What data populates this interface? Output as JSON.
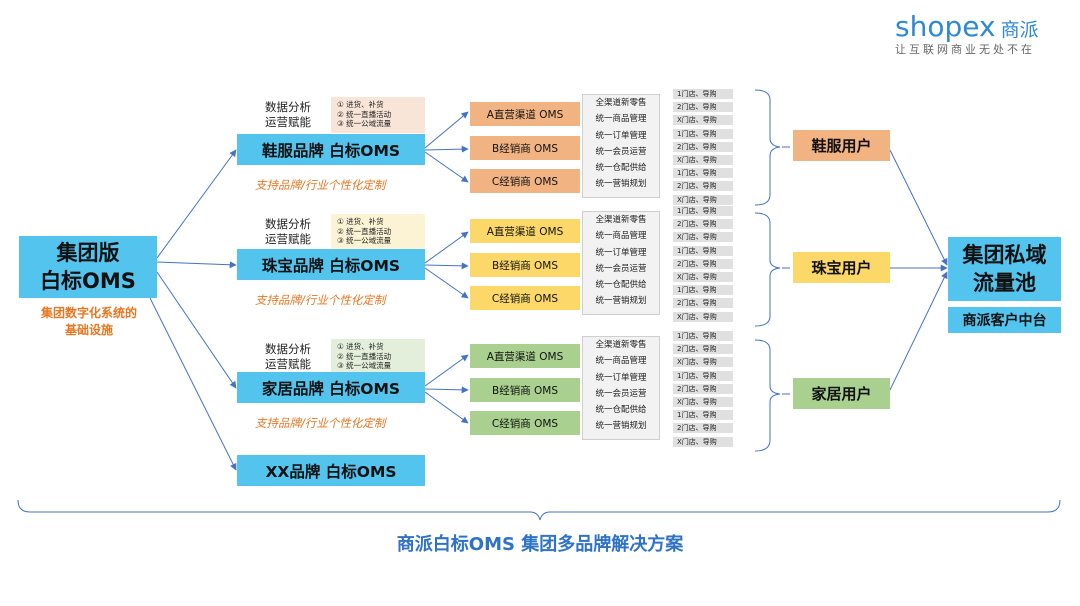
{
  "logo": {
    "brand": "shopex",
    "cn": "商派",
    "slogan": "让互联网商业无处不在"
  },
  "group": {
    "title": "集团版\n白标OMS",
    "subtitle": "集团数字化系统的\n基础设施"
  },
  "brands": [
    {
      "name": "鞋服品牌 白标OMS",
      "left_label": "数据分析\n运营赋能",
      "items": [
        "①  进货、补货",
        "②  统一直播活动",
        "③  统一公域流量"
      ],
      "panel_color": "#f8e5d8",
      "customize": "支持品牌/行业个性化定制",
      "channels": [
        "A直营渠道 OMS",
        "B经销商 OMS",
        "C经销商 OMS"
      ],
      "channel_color": "#f2b382",
      "user": "鞋服用户",
      "user_color": "#f2b382"
    },
    {
      "name": "珠宝品牌 白标OMS",
      "left_label": "数据分析\n运营赋能",
      "items": [
        "①  进货、补货",
        "②  统一直播活动",
        "③  统一公域流量"
      ],
      "panel_color": "#fcf2d4",
      "customize": "支持品牌/行业个性化定制",
      "channels": [
        "A直营渠道 OMS",
        "B经销商 OMS",
        "C经销商 OMS"
      ],
      "channel_color": "#fbd867",
      "user": "珠宝用户",
      "user_color": "#fbd867"
    },
    {
      "name": "家居品牌 白标OMS",
      "left_label": "数据分析\n运营赋能",
      "items": [
        "①  进货、补货",
        "②  统一直播活动",
        "③  统一公域流量"
      ],
      "panel_color": "#e3efda",
      "customize": "支持品牌/行业个性化定制",
      "channels": [
        "A直营渠道 OMS",
        "B经销商 OMS",
        "C经销商 OMS"
      ],
      "channel_color": "#a9d08e",
      "user": "家居用户",
      "user_color": "#a9d08e"
    }
  ],
  "extra_brand": "XX品牌 白标OMS",
  "modules": [
    "全渠道新零售",
    "统一商品管理",
    "统一订单管理",
    "统一会员运营",
    "统一仓配供给",
    "统一营销规划"
  ],
  "stores": [
    "1门店、导购",
    "2门店、导购",
    "X门店、导购",
    "1门店、导购",
    "2门店、导购",
    "X门店、导购",
    "1门店、导购",
    "2门店、导购",
    "X门店、导购"
  ],
  "pool": {
    "title": "集团私域\n流量池",
    "sub": "商派客户中台"
  },
  "footer": "商派白标OMS 集团多品牌解决方案",
  "colors": {
    "cyan": "#53c4ee",
    "accent_orange": "#e87722",
    "arrow_blue": "#4472c4",
    "title_blue": "#2f73c6"
  }
}
